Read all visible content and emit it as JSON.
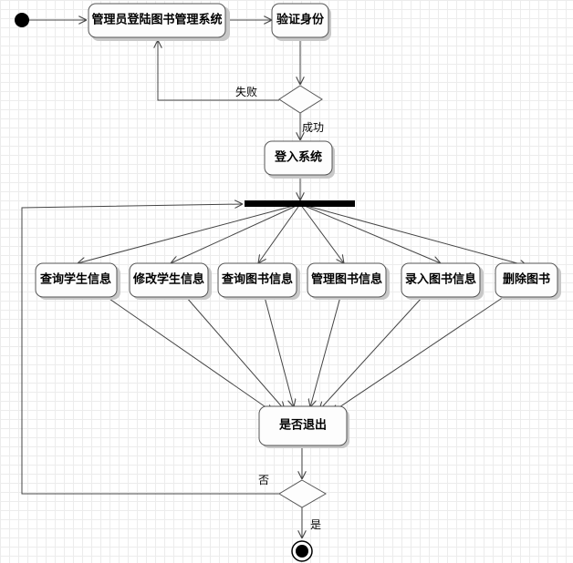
{
  "nodes": {
    "login": "管理员登陆图书管理系统",
    "verify": "验证身份",
    "enter": "登入系统",
    "query_student": "查询学生信息",
    "modify_student": "修改学生信息",
    "query_book": "查询图书信息",
    "manage_book": "管理图书信息",
    "input_book": "录入图书信息",
    "delete_book": "删除图书",
    "exit_check": "是否退出"
  },
  "labels": {
    "fail": "失败",
    "success": "成功",
    "no": "否",
    "yes": "是"
  },
  "colors": {
    "line": "#444444",
    "node_fill": "#fdfdfd",
    "node_stroke": "#555555",
    "fork_bar": "#000000",
    "grid": "#ececec"
  }
}
